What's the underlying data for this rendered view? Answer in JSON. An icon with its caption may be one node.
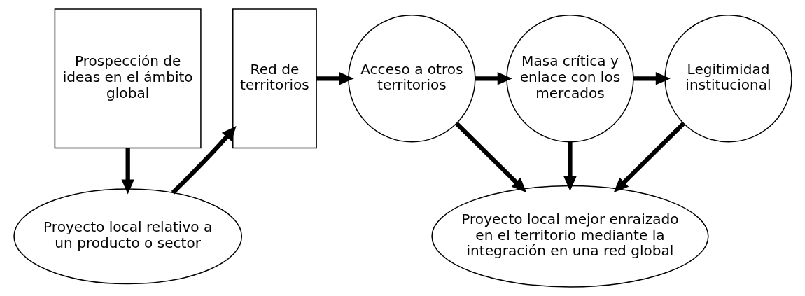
{
  "diagram": {
    "nodes": [
      {
        "text": [
          "Prospección de ideas en el ámbito global"
        ]
      },
      {
        "text": [
          "Red de territorios"
        ]
      },
      {
        "text": [
          "Acceso a otros territorios"
        ]
      },
      {
        "text": [
          "Masa crítica y enlace con los mercados"
        ]
      },
      {
        "text": [
          "Legitimidad institucional"
        ]
      },
      {
        "text": [
          "Proyecto local relativo a un producto o sector"
        ]
      },
      {
        "text": [
          "Proyecto local mejor enraizado en el territorio mediante la integración en una red global"
        ]
      }
    ],
    "edges": [
      {
        "from": 0,
        "to": 5,
        "arrow": "to"
      },
      {
        "from": 5,
        "to": 1,
        "arrow": "to"
      },
      {
        "from": 1,
        "to": 2,
        "arrow": "to"
      },
      {
        "from": 2,
        "to": 3,
        "arrow": "to"
      },
      {
        "from": 3,
        "to": 4,
        "arrow": "to"
      },
      {
        "from": 2,
        "to": 6,
        "arrow": "to"
      },
      {
        "from": 3,
        "to": 6,
        "arrow": "to"
      },
      {
        "from": 4,
        "to": 6,
        "arrow": "to"
      }
    ]
  }
}
